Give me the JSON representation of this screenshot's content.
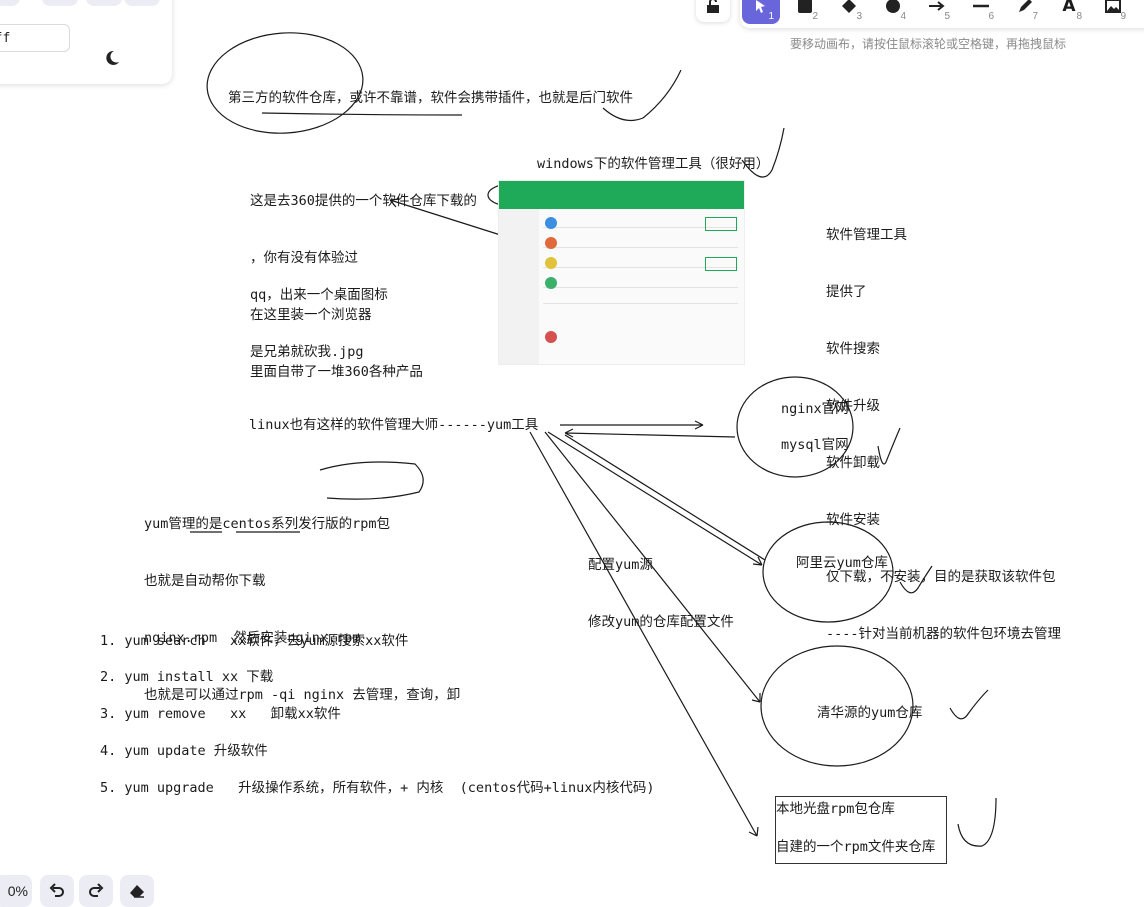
{
  "toolbar": {
    "tools": [
      {
        "name": "selection-tool",
        "num": "1"
      },
      {
        "name": "rectangle-tool",
        "num": "2"
      },
      {
        "name": "diamond-tool",
        "num": "3"
      },
      {
        "name": "ellipse-tool",
        "num": "4"
      },
      {
        "name": "arrow-tool",
        "num": "5"
      },
      {
        "name": "line-tool",
        "num": "6"
      },
      {
        "name": "draw-tool",
        "num": "7"
      },
      {
        "name": "text-tool",
        "num": "8"
      },
      {
        "name": "image-tool",
        "num": "9"
      }
    ],
    "text_tool_glyph": "A",
    "hint": "要移动画布，请按住鼠标滚轮或空格键，再拖拽鼠标"
  },
  "left_panel": {
    "color_value": "ffff"
  },
  "bottom": {
    "zoom": "0%"
  },
  "notes": {
    "third_party": "第三方的软件仓库，或许不靠谱，软件会携带插件，也就是后门软件",
    "store_360": [
      "这是去360提供的一个软件仓库下载的",
      "，你有没有体验过",
      "在这里装一个浏览器",
      "里面自带了一堆360各种产品"
    ],
    "qq": [
      "qq，出来一个桌面图标",
      "是兄弟就砍我.jpg"
    ],
    "windows_tool": "windows下的软件管理工具（很好用）",
    "features": [
      "软件管理工具",
      "提供了",
      "软件搜索",
      "软件升级",
      "软件卸载",
      "软件安装",
      "仅下载，不安装，目的是获取该软件包",
      "----针对当前机器的软件包环境去管理"
    ],
    "linux_yum": "linux也有这样的软件管理大师------yum工具",
    "yum_desc": [
      "yum管理的是centos系列发行版的rpm包",
      "也就是自动帮你下载",
      "nginx.rpm  然后安装nginx.rpm",
      "也就是可以通过rpm -qi nginx 去管理，查询，卸"
    ],
    "config": [
      "配置yum源",
      "修改yum的仓库配置文件"
    ],
    "official": [
      "nginx官网",
      "mysql官网"
    ],
    "aliyun": "阿里云yum仓库",
    "tsinghua": "清华源的yum仓库",
    "local": [
      "本地光盘rpm包仓库",
      "自建的一个rpm文件夹仓库"
    ],
    "commands": [
      "1. yum search   xx软件，去yum源搜索xx软件",
      "2. yum install xx 下载",
      "3. yum remove   xx   卸载xx软件",
      "4. yum update 升级软件",
      "5. yum upgrade   升级操作系统，所有软件，+ 内核  (centos代码+linux内核代码)"
    ]
  },
  "colors": {
    "accent": "#6965db",
    "panel_button": "#ececf4",
    "ink": "#1b1b1b",
    "store_green": "#1faa5a"
  }
}
